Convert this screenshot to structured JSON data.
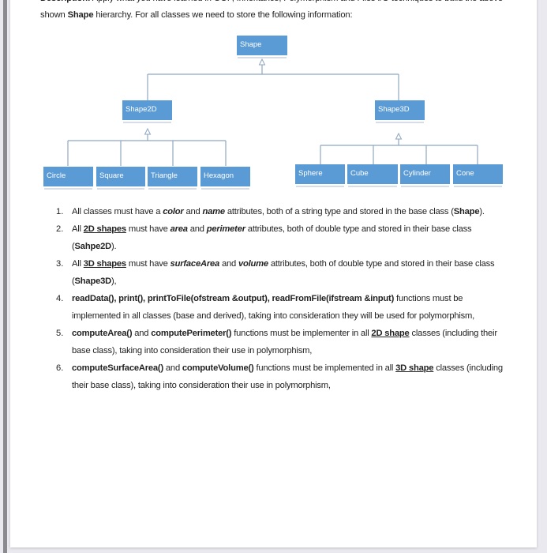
{
  "description": {
    "line1": [
      {
        "t": "Description:",
        "b": true
      },
      {
        "t": " Apply what you have learned in OOP, Inheritance, Polymorphism and Files I/O techniques to build the above"
      }
    ],
    "line2": [
      {
        "t": "shown "
      },
      {
        "t": "Shape",
        "b": true
      },
      {
        "t": " hierarchy. For all classes we need to store the following information:"
      }
    ]
  },
  "diagram": {
    "root": "Shape",
    "shape2d": "Shape2D",
    "shape3d": "Shape3D",
    "children2d": [
      "Circle",
      "Square",
      "Triangle",
      "Hexagon"
    ],
    "children3d": [
      "Sphere",
      "Cube",
      "Cylinder",
      "Cone"
    ],
    "box_color": "#5b9bd5",
    "line_color": "#8fa6c0"
  },
  "requirements": [
    {
      "num": "1.",
      "lines": [
        [
          {
            "t": "All classes must have a "
          },
          {
            "t": "color",
            "b": true,
            "i": true
          },
          {
            "t": " and "
          },
          {
            "t": "name",
            "b": true,
            "i": true
          },
          {
            "t": " attributes, both of a string type and stored in the base class ("
          },
          {
            "t": "Shape",
            "b": true
          },
          {
            "t": ")."
          }
        ]
      ]
    },
    {
      "num": "2.",
      "lines": [
        [
          {
            "t": "All "
          },
          {
            "t": "2D shapes",
            "b": true,
            "u": true
          },
          {
            "t": " must have "
          },
          {
            "t": "area",
            "b": true,
            "i": true
          },
          {
            "t": " and "
          },
          {
            "t": "perimeter",
            "b": true,
            "i": true
          },
          {
            "t": " attributes, both of double type and stored in their base class"
          }
        ],
        [
          {
            "t": "("
          },
          {
            "t": "Sahpe2D",
            "b": true
          },
          {
            "t": ")."
          }
        ]
      ]
    },
    {
      "num": "3.",
      "lines": [
        [
          {
            "t": "All "
          },
          {
            "t": "3D shapes",
            "b": true,
            "u": true
          },
          {
            "t": " must have "
          },
          {
            "t": "surfaceArea",
            "b": true,
            "i": true
          },
          {
            "t": " and "
          },
          {
            "t": "volume",
            "b": true,
            "i": true
          },
          {
            "t": " attributes, both of double type and stored in their base class"
          }
        ],
        [
          {
            "t": "("
          },
          {
            "t": "Shape3D",
            "b": true
          },
          {
            "t": "),"
          }
        ]
      ]
    },
    {
      "num": "4.",
      "lines": [
        [
          {
            "t": "readData(), print(), printToFile(ofstream &output), readFromFile(ifstream &input)",
            "b": true
          },
          {
            "t": " functions must be"
          }
        ],
        [
          {
            "t": "implemented in all classes (base and derived), taking into consideration they will be used for polymorphism,"
          }
        ]
      ]
    },
    {
      "num": "5.",
      "lines": [
        [
          {
            "t": "computeArea()",
            "b": true
          },
          {
            "t": " and "
          },
          {
            "t": "computePerimeter()",
            "b": true
          },
          {
            "t": " functions must be implementer in all "
          },
          {
            "t": "2D shape",
            "b": true,
            "u": true
          },
          {
            "t": " classes (including their"
          }
        ],
        [
          {
            "t": "base class), taking into consideration their use in polymorphism,"
          }
        ]
      ]
    },
    {
      "num": "6.",
      "lines": [
        [
          {
            "t": "computeSurfaceArea()",
            "b": true
          },
          {
            "t": " and "
          },
          {
            "t": "computeVolume()",
            "b": true
          },
          {
            "t": " functions must be implemented in all "
          },
          {
            "t": "3D shape",
            "b": true,
            "u": true
          },
          {
            "t": " classes (including"
          }
        ],
        [
          {
            "t": "their base class), taking into consideration their use in polymorphism,"
          }
        ]
      ]
    }
  ]
}
